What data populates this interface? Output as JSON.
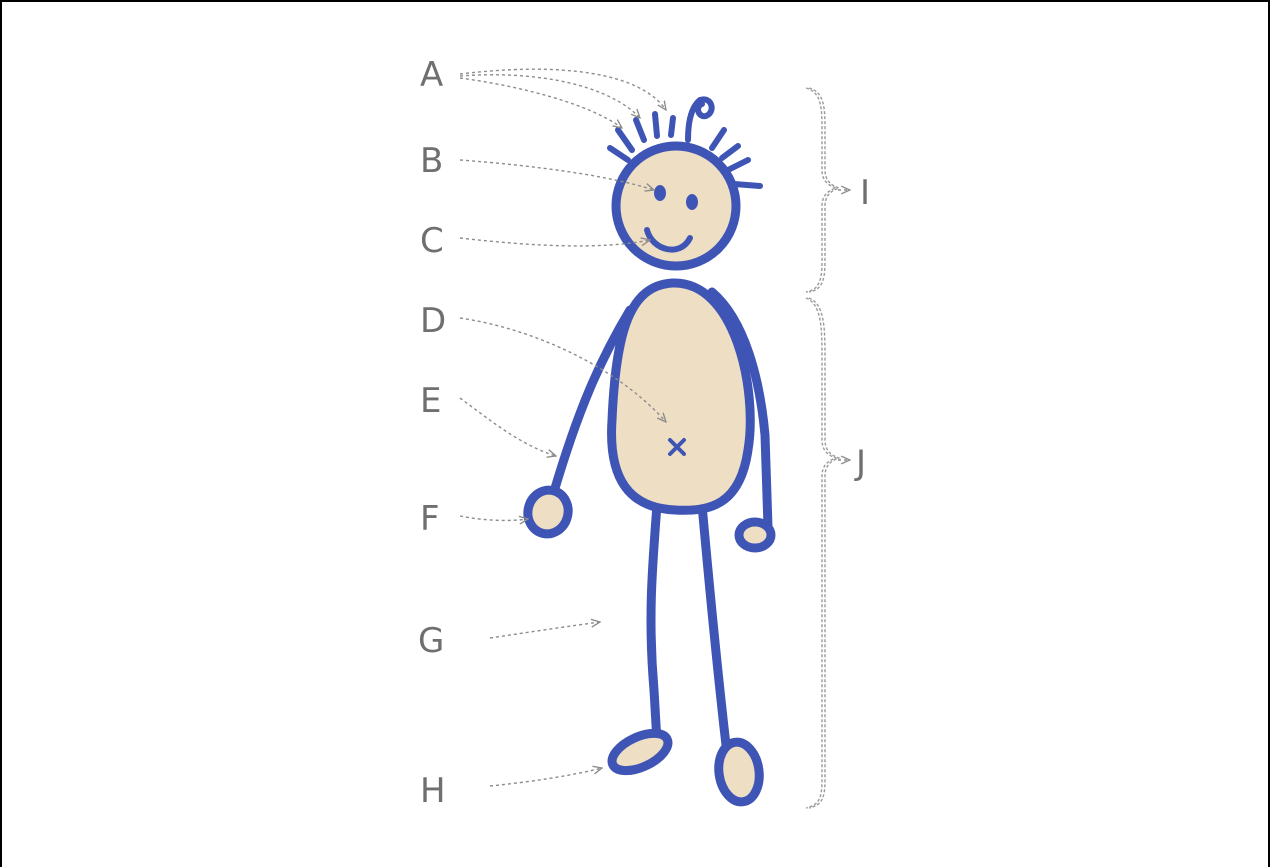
{
  "labels": {
    "a": "A",
    "b": "B",
    "c": "C",
    "d": "D",
    "e": "E",
    "f": "F",
    "g": "G",
    "h": "H",
    "i": "I",
    "j": "J"
  },
  "colors": {
    "outline": "#3f55b5",
    "skin": "#eedec4",
    "label": "#6f6f6f",
    "arrow": "#8c8c8c"
  }
}
